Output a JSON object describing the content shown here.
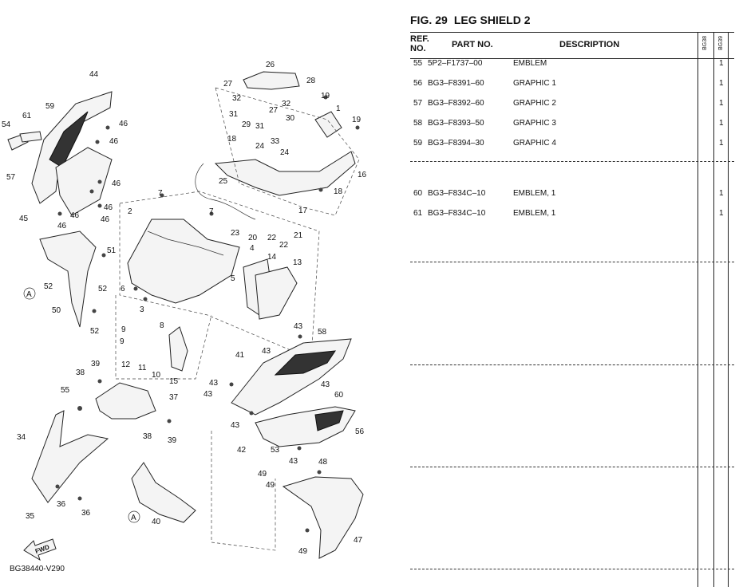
{
  "figure": {
    "prefix": "FIG.",
    "number": "29",
    "title": "LEG SHIELD 2"
  },
  "table": {
    "headers": {
      "ref_line1": "REF.",
      "ref_line2": "NO.",
      "part_no": "PART NO.",
      "description": "DESCRIPTION",
      "model1": "BG38",
      "model2": "BG39"
    },
    "rows": [
      {
        "ref": "55",
        "part_no": "5P2–F1737–00",
        "description": "EMBLEM",
        "q1": "",
        "q2": "1"
      },
      {
        "ref": "56",
        "part_no": "BG3–F8391–60",
        "description": "GRAPHIC 1",
        "q1": "",
        "q2": "1"
      },
      {
        "ref": "57",
        "part_no": "BG3–F8392–60",
        "description": "GRAPHIC 2",
        "q1": "",
        "q2": "1"
      },
      {
        "ref": "58",
        "part_no": "BG3–F8393–50",
        "description": "GRAPHIC 3",
        "q1": "",
        "q2": "1"
      },
      {
        "ref": "59",
        "part_no": "BG3–F8394–30",
        "description": "GRAPHIC 4",
        "q1": "",
        "q2": "1"
      },
      {
        "ref": "60",
        "part_no": "BG3–F834C–10",
        "description": "EMBLEM, 1",
        "q1": "",
        "q2": "1"
      },
      {
        "ref": "61",
        "part_no": "BG3–F834C–10",
        "description": "EMBLEM, 1",
        "q1": "",
        "q2": "1"
      }
    ]
  },
  "diagram": {
    "drawing_code": "BG38440-V290",
    "fwd_label": "FWD",
    "ref_marker": "A",
    "callouts": [
      "1",
      "2",
      "3",
      "4",
      "5",
      "6",
      "7",
      "8",
      "9",
      "10",
      "11",
      "12",
      "13",
      "14",
      "15",
      "16",
      "17",
      "18",
      "19",
      "20",
      "21",
      "22",
      "23",
      "24",
      "25",
      "26",
      "27",
      "28",
      "29",
      "30",
      "31",
      "32",
      "33",
      "34",
      "35",
      "36",
      "37",
      "38",
      "39",
      "40",
      "41",
      "42",
      "43",
      "44",
      "45",
      "46",
      "47",
      "48",
      "49",
      "50",
      "51",
      "52",
      "53",
      "54",
      "55",
      "56",
      "57",
      "58",
      "59",
      "60",
      "61"
    ]
  }
}
